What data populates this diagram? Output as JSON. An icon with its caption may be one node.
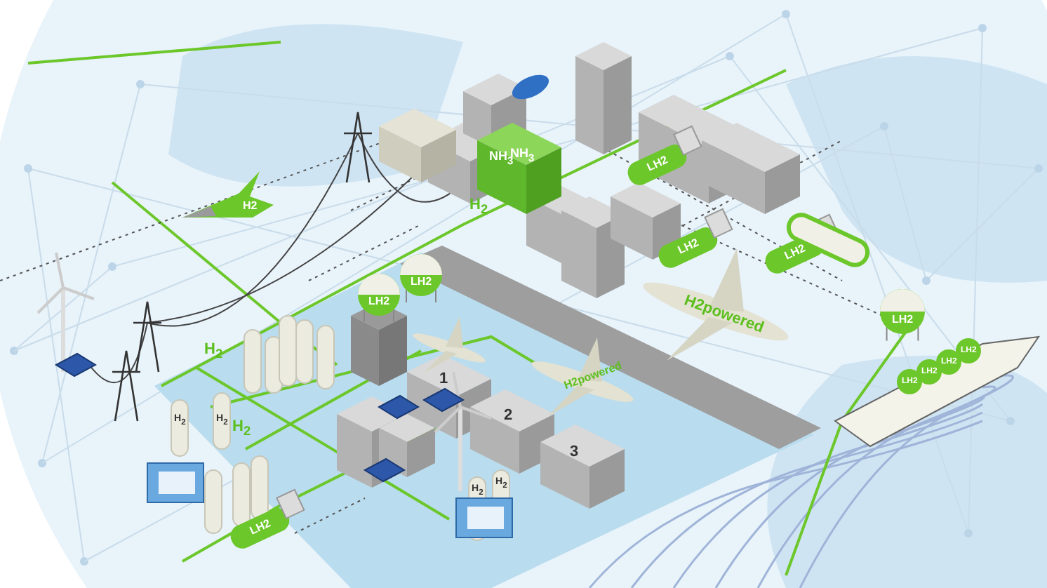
{
  "diagram": {
    "labels": [
      "NH$_{3}$",
      "NH$_{3}$",
      "LH2",
      "H2",
      "H$_{2}$",
      "LH2",
      "LH2",
      "LH2",
      "LH2",
      "H2powered",
      "LH2",
      "H$_{2}$",
      "1",
      "H2powered",
      "LH2",
      "LH2",
      "LH2",
      "LH2",
      "2",
      "H$_{2}$",
      "H$_{2}$",
      "H$_{2}$",
      "3",
      "H$_{2}$",
      "H$_{2}$",
      "LH2"
    ]
  }
}
